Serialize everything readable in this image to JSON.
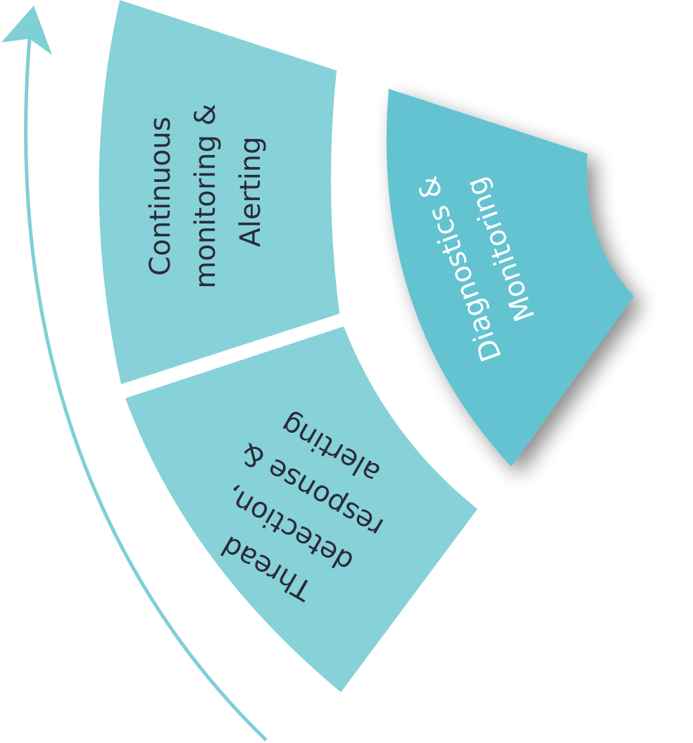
{
  "segments": [
    {
      "id": "continuous",
      "lines": [
        "Continuous",
        "monitoring &",
        "Alerting"
      ],
      "color": "#86d2d8",
      "text_color": "#2b2b3a"
    },
    {
      "id": "thread",
      "lines": [
        "Thread",
        "detection,",
        "response &",
        "alerting"
      ],
      "color": "#86d2d8",
      "text_color": "#2b2b3a"
    },
    {
      "id": "diagnostics",
      "lines": [
        "Diagnostics &",
        "Monitoring"
      ],
      "color": "#63c3d1",
      "text_color": "#ffffff"
    }
  ],
  "arrow": {
    "color": "#7fcfd6",
    "icon": "curved-arrow-icon"
  }
}
